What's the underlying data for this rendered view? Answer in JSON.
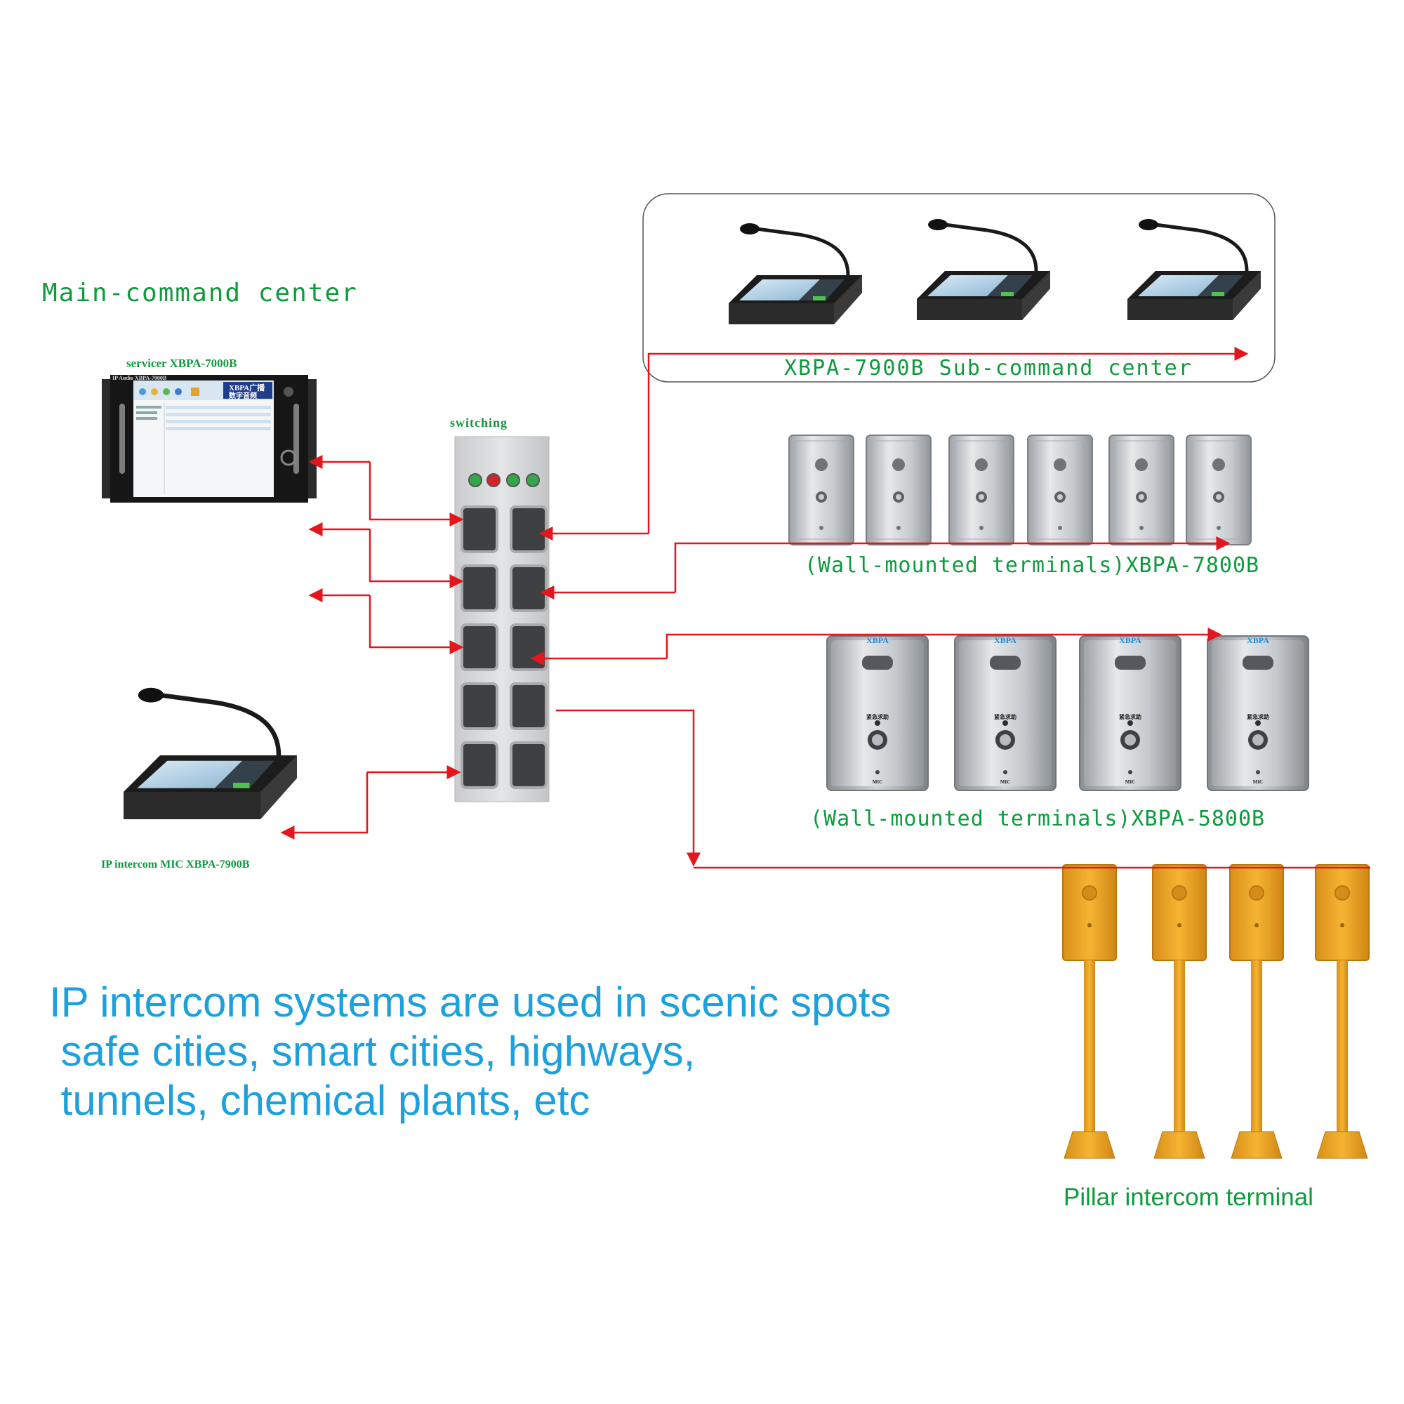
{
  "colors": {
    "label_green": "#0f9a3e",
    "arrow_red": "#e3161e",
    "headline_blue": "#1ea0dc",
    "pillar_orange": "#f0a81e"
  },
  "labels": {
    "main_center": "Main-command center",
    "servicer": "servicer  XBPA-7000B",
    "switching": "switching",
    "ip_mic": "IP intercom MIC XBPA-7900B",
    "sub_center": "XBPA-7900B  Sub-command center",
    "wall_7800": "(Wall-mounted terminals)XBPA-7800B",
    "wall_5800": "(Wall-mounted terminals)XBPA-5800B",
    "pillar": "Pillar intercom terminal"
  },
  "device_text": {
    "server_brand": "IP Audio  XBPA-7000B",
    "server_banner": "XBPA广播",
    "server_banner_sub": "数字音频",
    "panel_brand": "XBPA",
    "panel_sos": "紧急求助",
    "panel_mic": "MIC"
  },
  "headline": {
    "line1": "IP intercom systems are used in scenic spots",
    "line2": " safe cities, smart cities, highways,",
    "line3": " tunnels, chemical plants, etc"
  }
}
